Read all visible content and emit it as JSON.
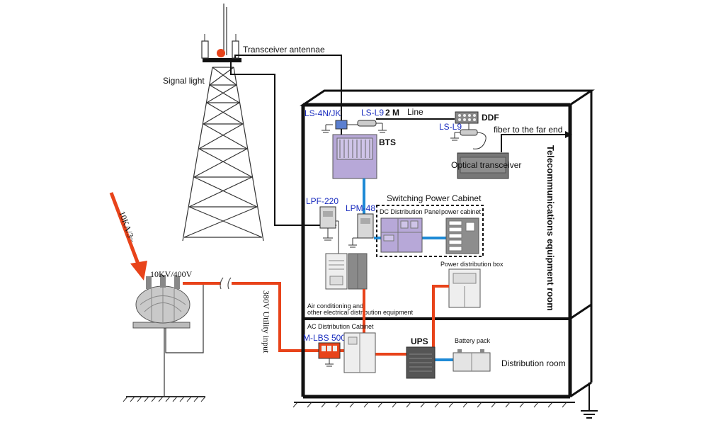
{
  "labels": {
    "transceiver_antennae": "Transceiver antennae",
    "signal_light": "Signal light",
    "lightning": "10KA/3~",
    "transformer": "10KV/400V",
    "utility_input": "380V  Utility input",
    "ls4njk": "LS-4N/JK",
    "lsl9_top": "LS-L9",
    "two_m": "2 M",
    "line": "Line",
    "ddf": "DDF",
    "lsl9_right": "LS-L9",
    "fiber": "fiber to the far end",
    "bts": "BTS",
    "optical": "Optical transceiver",
    "telecom_room": "Telecommunications equipment room",
    "switching_power": "Switching Power Cabinet",
    "lpf220": "LPF-220",
    "lpm48": "LPM-48",
    "dc_panel": "DC Distribution Panel",
    "power_cabinet": "power cabinet",
    "power_dist_box": "Power distribution box",
    "aircon_line1": "Air conditioning and",
    "aircon_line2": "other electrical distribution equipment",
    "ac_cabinet": "AC Distribution Cabinet",
    "mlbs": "M-LBS 5000",
    "ups": "UPS",
    "battery": "Battery pack",
    "dist_room": "Distribution room"
  },
  "colors": {
    "power_line": "#e8431a",
    "signal_line": "#1e8ad6",
    "equipment_purple": "#b7a8d8",
    "equipment_gray": "#8a8a8a",
    "blue_label": "#1a2dbf"
  }
}
